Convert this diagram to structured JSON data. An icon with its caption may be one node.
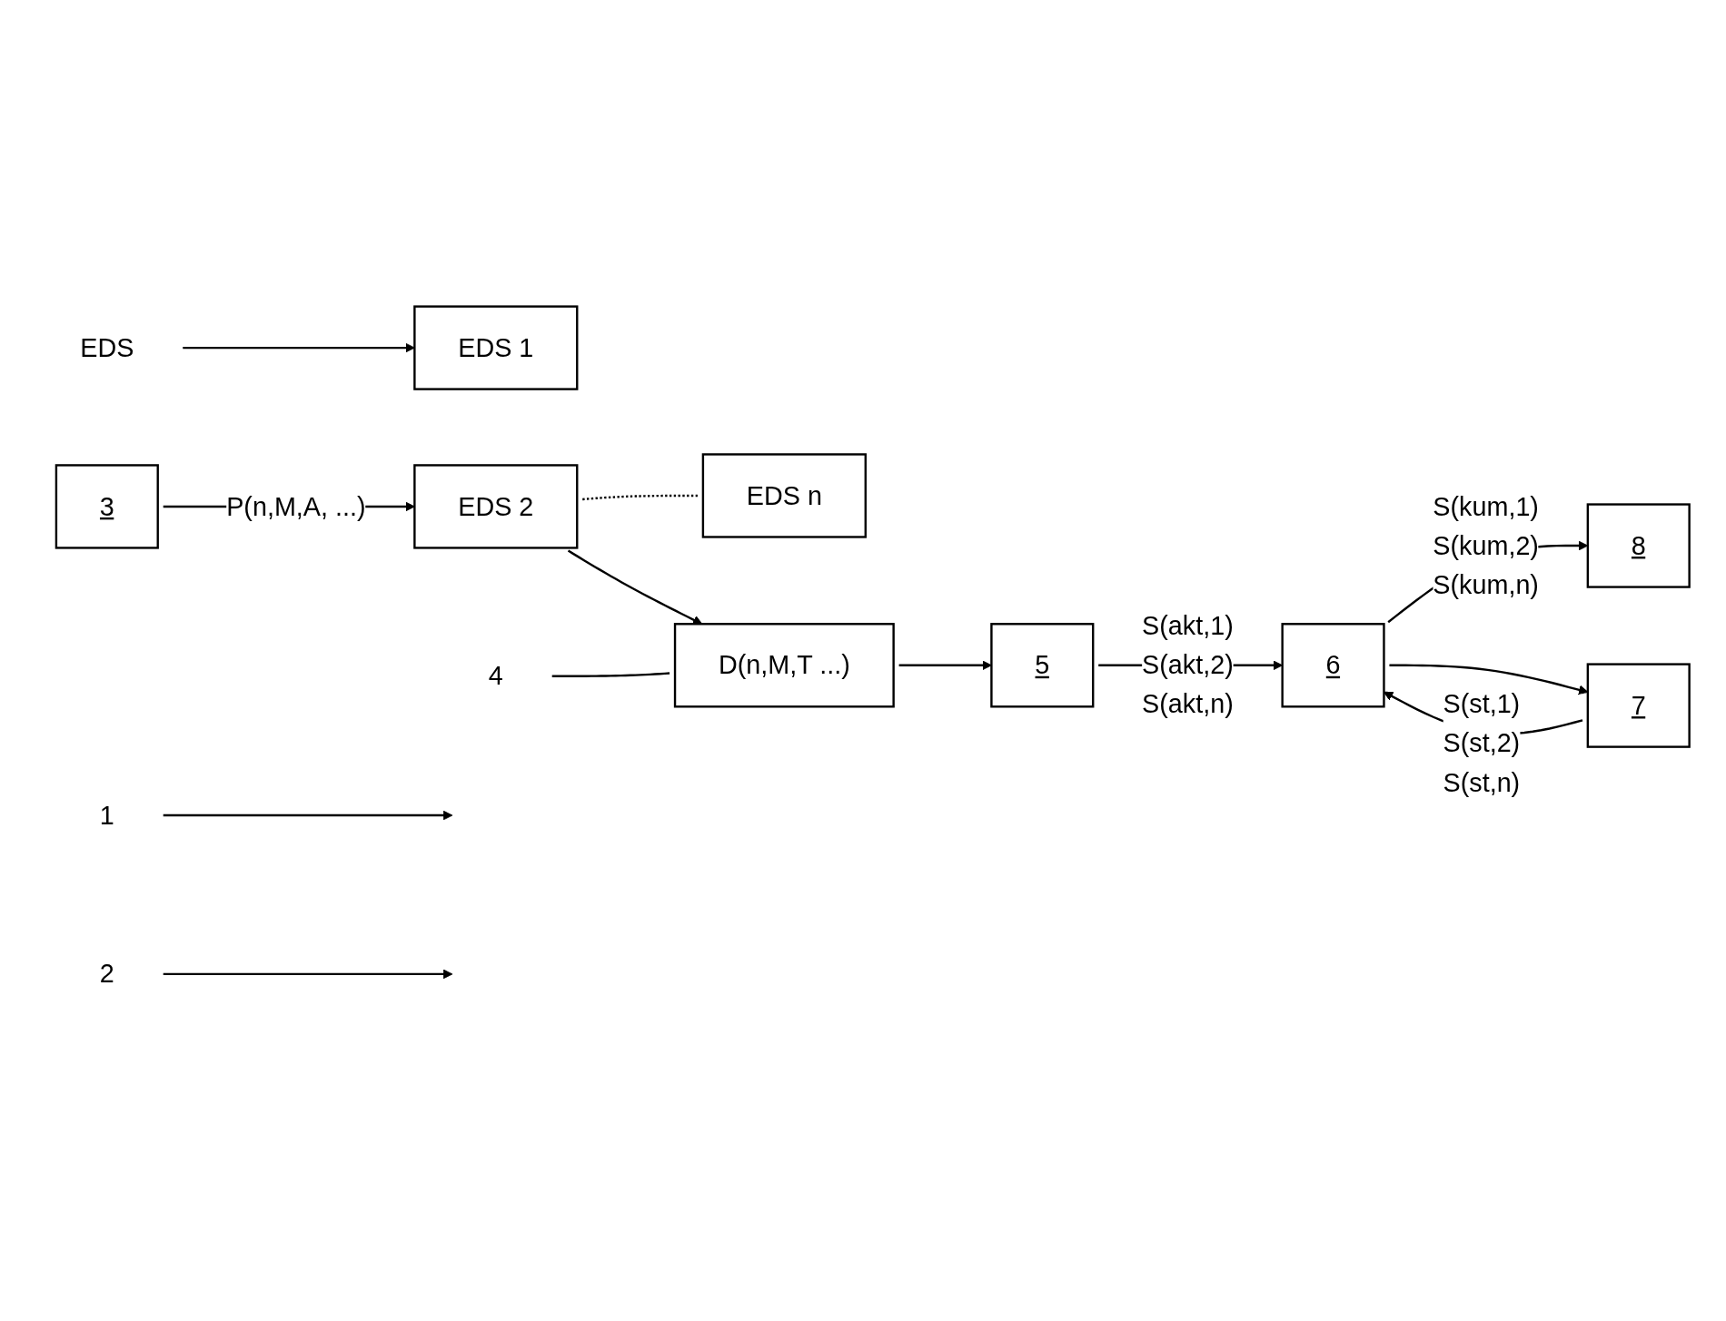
{
  "diagram": {
    "nodes": [
      {
        "text": [
          "1"
        ]
      },
      {
        "text": [
          "2"
        ]
      },
      {
        "text": [
          "EDS"
        ]
      },
      {
        "text": [
          "3"
        ]
      },
      {
        "text": [
          "8"
        ]
      },
      {
        "text": [
          "EDS 1"
        ]
      },
      {
        "text": [
          "EDS 2"
        ]
      },
      {
        "text": [
          "EDS n"
        ]
      },
      {
        "text": [
          "4"
        ]
      },
      {
        "text": [
          "D(n,M,T ...)"
        ]
      },
      {
        "text": [
          "7"
        ]
      },
      {
        "text": [
          "6"
        ]
      },
      {
        "text": [
          "5"
        ]
      }
    ],
    "edges": [
      {
        "from": 0,
        "to": null,
        "arrow": "to"
      },
      {
        "from": 1,
        "to": null,
        "arrow": "to"
      },
      {
        "from": 2,
        "to": 5,
        "arrow": "to"
      },
      {
        "from": 8,
        "to": 9,
        "arrow": "none"
      },
      {
        "from": 3,
        "to": 6,
        "arrow": "to",
        "label": "P(n,M,A, ...)"
      },
      {
        "from": 6,
        "to": 7,
        "arrow": "none",
        "style": "dashed"
      },
      {
        "from": 6,
        "to": 9,
        "arrow": "to"
      },
      {
        "from": 9,
        "to": 12,
        "arrow": "to"
      },
      {
        "from": 12,
        "to": 11,
        "arrow": "to",
        "label": "S(akt,1) S(akt,2) S(akt,n)"
      },
      {
        "from": 10,
        "to": 11,
        "arrow": "to",
        "label": "S(st,1) S(st,2) S(st,n)"
      },
      {
        "from": 11,
        "to": 4,
        "arrow": "to",
        "label": "S(kum,1) S(kum,2) S(kum,n)"
      },
      {
        "from": 11,
        "to": 10,
        "arrow": "to"
      }
    ]
  }
}
